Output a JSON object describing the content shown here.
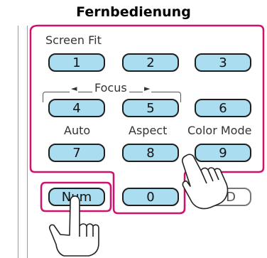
{
  "title": "Fernbedienung",
  "labels": {
    "screen_fit": "Screen Fit",
    "focus_left": "◄",
    "focus": "Focus",
    "focus_right": "►",
    "auto": "Auto",
    "aspect": "Aspect",
    "color_mode": "Color Mode"
  },
  "keys": {
    "k1": "1",
    "k2": "2",
    "k3": "3",
    "k4": "4",
    "k5": "5",
    "k6": "6",
    "k7": "7",
    "k8": "8",
    "k9": "9",
    "num": "Num",
    "k0": "0",
    "partial": "D"
  },
  "colors": {
    "highlight": "#d0126e",
    "key_fill": "#a9ddef"
  }
}
